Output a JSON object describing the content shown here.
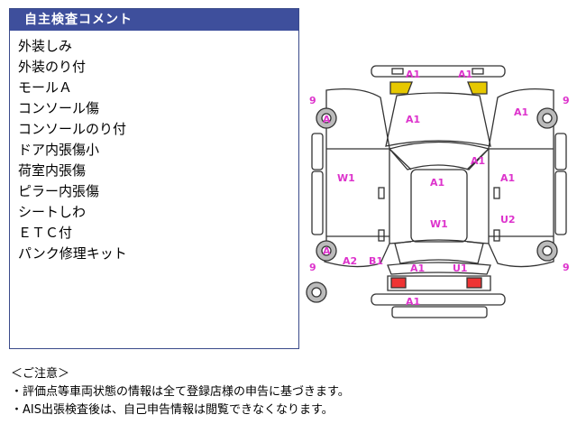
{
  "panel": {
    "title": "自主検査コメント",
    "items": [
      "外装しみ",
      "外装のり付",
      "モールＡ",
      "コンソール傷",
      "コンソールのり付",
      "ドア内張傷小",
      "荷室内張傷",
      "ピラー内張傷",
      "シートしわ",
      "ＥＴＣ付",
      "パンク修理キット"
    ]
  },
  "diagram": {
    "label_color": "#dd33cc",
    "markers": [
      {
        "name": "front-bumper-left",
        "text": "A1"
      },
      {
        "name": "front-bumper-right",
        "text": "A1"
      },
      {
        "name": "hood",
        "text": "A1"
      },
      {
        "name": "front-fender-left",
        "text": "9"
      },
      {
        "name": "front-wheel-left",
        "text": "A"
      },
      {
        "name": "front-fender-right",
        "text": "A1"
      },
      {
        "name": "front-fender-right-edge",
        "text": "9"
      },
      {
        "name": "windshield-right",
        "text": "A1"
      },
      {
        "name": "door-left",
        "text": "W1"
      },
      {
        "name": "roof",
        "text": "A1"
      },
      {
        "name": "door-right",
        "text": "A1"
      },
      {
        "name": "rear-window",
        "text": "W1"
      },
      {
        "name": "rear-door-right",
        "text": "U2"
      },
      {
        "name": "rear-wheel-left",
        "text": "A"
      },
      {
        "name": "rear-fender-left",
        "text": "9"
      },
      {
        "name": "rear-quarter-left",
        "text": "A2"
      },
      {
        "name": "rear-quarter-left-2",
        "text": "B1"
      },
      {
        "name": "trunk-left",
        "text": "A1"
      },
      {
        "name": "trunk-right",
        "text": "U1"
      },
      {
        "name": "rear-fender-right",
        "text": "9"
      },
      {
        "name": "rear-bumper",
        "text": "A1"
      }
    ]
  },
  "notes": {
    "title": "＜ご注意＞",
    "lines": [
      "・評価点等車両状態の情報は全て登録店様の申告に基づきます。",
      "・AIS出張検査後は、自己申告情報は閲覧できなくなります。"
    ]
  }
}
